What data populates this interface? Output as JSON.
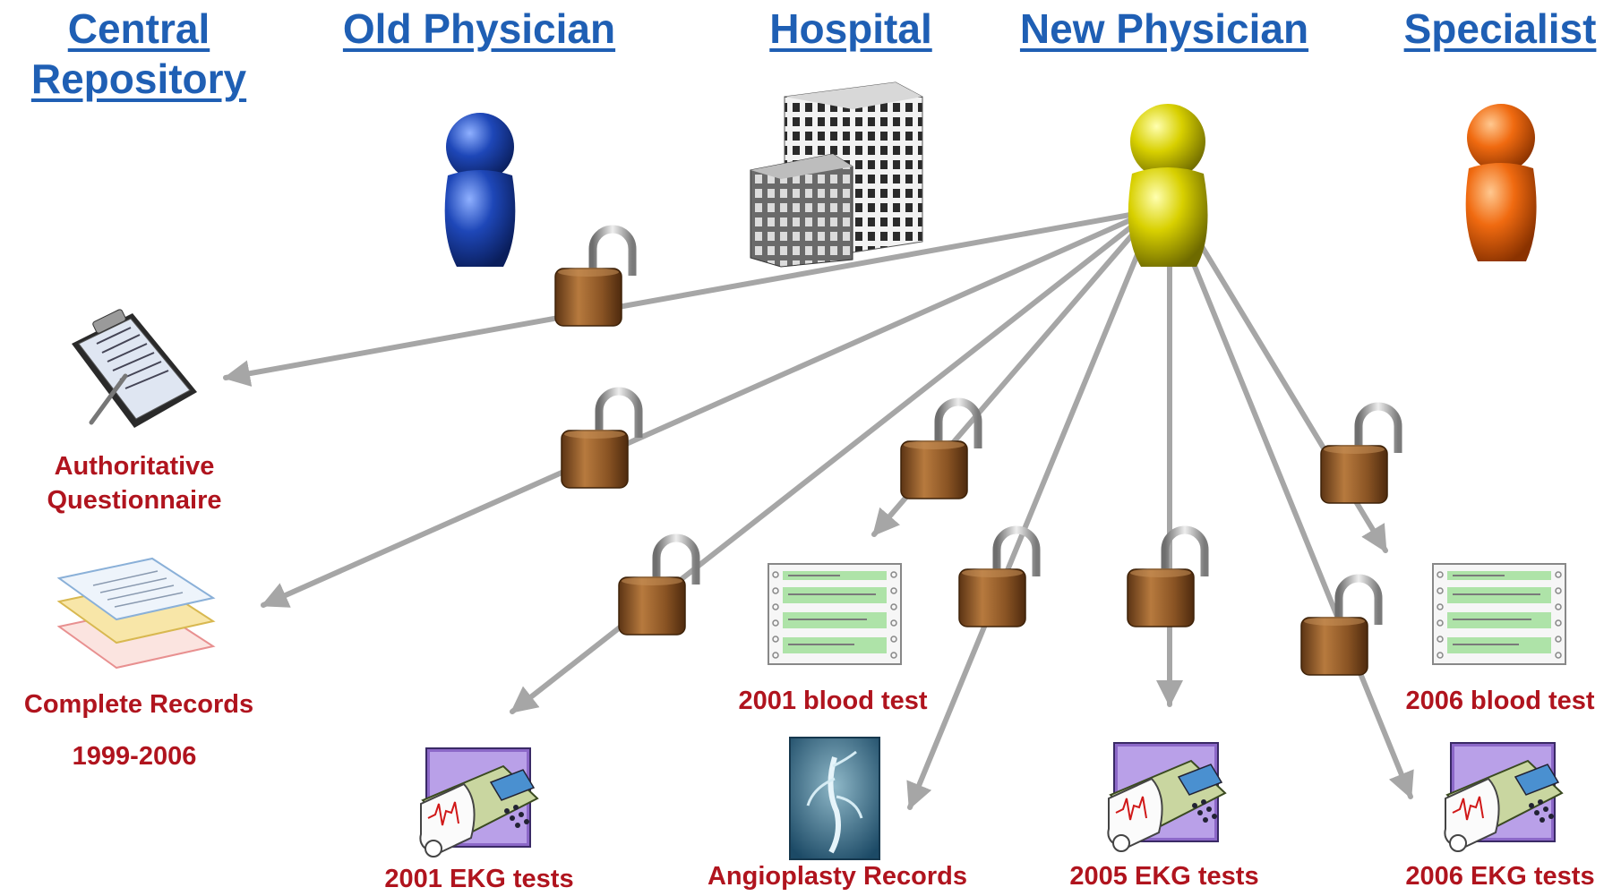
{
  "headers": {
    "central_repository_line1": "Central",
    "central_repository_line2": "Repository",
    "old_physician": "Old Physician",
    "hospital": "Hospital",
    "new_physician": "New Physician",
    "specialist": "Specialist"
  },
  "records": {
    "questionnaire_line1": "Authoritative",
    "questionnaire_line2": "Questionnaire",
    "complete_records": "Complete Records",
    "complete_records_years": "1999-2006",
    "blood_2001": "2001 blood test",
    "blood_2006": "2006 blood test",
    "ekg_2001": "2001 EKG tests",
    "angioplasty": "Angioplasty Records",
    "ekg_2005": "2005 EKG tests",
    "ekg_2006": "2006 EKG tests"
  },
  "colors": {
    "header_blue": "#1f5fb4",
    "label_red": "#b0141e",
    "old_physician": "#1e47b8",
    "new_physician": "#d8d000",
    "specialist": "#f06a10",
    "padlock_body": "#8a5424",
    "arrow_gray": "#a6a6a6"
  },
  "icons": {
    "old_physician": "person-icon",
    "hospital": "building-icon",
    "new_physician": "person-icon",
    "specialist": "person-icon",
    "questionnaire": "clipboard-icon",
    "complete_records": "document-stack-icon",
    "blood_test": "lab-report-icon",
    "ekg": "ekg-machine-icon",
    "angioplasty": "xray-icon",
    "lock": "open-padlock-icon"
  }
}
